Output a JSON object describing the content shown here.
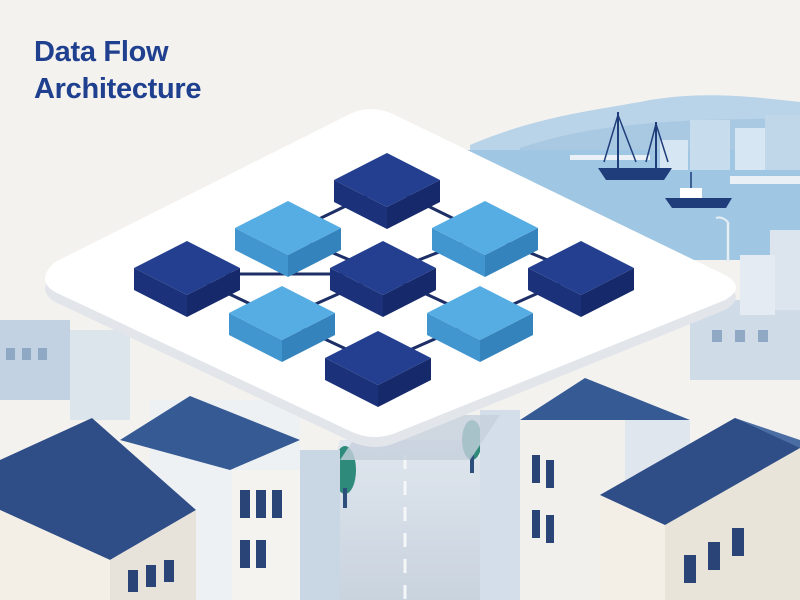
{
  "title": {
    "line1": "Data Flow",
    "line2": "Architecture"
  },
  "colors": {
    "background": "#f3f2ee",
    "title": "#1f3f8f",
    "node_dark": "#243f8f",
    "node_light": "#56ade3",
    "platform": "#ffffff",
    "water": "#9fc6e2",
    "roof": "#2f4d86"
  },
  "diagram": {
    "nodes": [
      {
        "id": "n1",
        "shade": "dark"
      },
      {
        "id": "n2",
        "shade": "light"
      },
      {
        "id": "n3",
        "shade": "light"
      },
      {
        "id": "n4",
        "shade": "dark"
      },
      {
        "id": "n5",
        "shade": "dark"
      },
      {
        "id": "n6",
        "shade": "dark"
      },
      {
        "id": "n7",
        "shade": "light"
      },
      {
        "id": "n8",
        "shade": "light"
      },
      {
        "id": "n9",
        "shade": "dark"
      }
    ],
    "links": [
      [
        "n1",
        "n2"
      ],
      [
        "n1",
        "n3"
      ],
      [
        "n2",
        "n5"
      ],
      [
        "n3",
        "n5"
      ],
      [
        "n3",
        "n6"
      ],
      [
        "n4",
        "n5"
      ],
      [
        "n4",
        "n7"
      ],
      [
        "n5",
        "n7"
      ],
      [
        "n5",
        "n8"
      ],
      [
        "n6",
        "n8"
      ],
      [
        "n7",
        "n9"
      ],
      [
        "n8",
        "n9"
      ]
    ]
  }
}
